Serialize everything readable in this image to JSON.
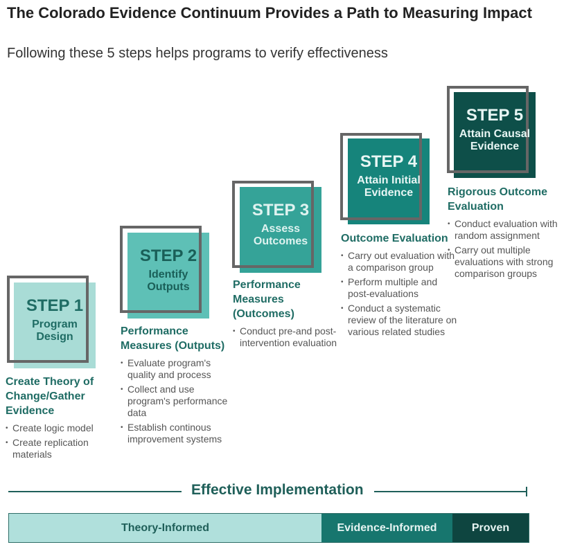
{
  "title": "The Colorado Evidence Continuum Provides a Path to Measuring Impact",
  "subtitle": "Following these 5 steps helps programs to verify effectiveness",
  "steps": [
    {
      "step": "STEP 1",
      "name": "Program Design",
      "heading": "Create Theory of Change/Gather Evidence",
      "bullets": [
        "Create logic model",
        "Create replication materials"
      ],
      "color": "#a9dcd6"
    },
    {
      "step": "STEP 2",
      "name": "Identify Outputs",
      "heading": "Performance Measures (Outputs)",
      "bullets": [
        "Evaluate program's quality and process",
        "Collect and use program's performance data",
        "Establish continous improvement systems"
      ],
      "color": "#5ec0b6"
    },
    {
      "step": "STEP 3",
      "name": "Assess Outcomes",
      "heading": "Performance Measures (Outcomes)",
      "bullets": [
        "Conduct pre-and post-intervention evaluation"
      ],
      "color": "#35a398"
    },
    {
      "step": "STEP 4",
      "name": "Attain Initial Evidence",
      "heading": "Outcome Evaluation",
      "bullets": [
        "Carry out evaluation with a comparison group",
        "Perform multiple and post-evaluations",
        "Conduct a systematic review of the literature on various related studies"
      ],
      "color": "#16847b"
    },
    {
      "step": "STEP 5",
      "name": "Attain Causal Evidence",
      "heading": "Rigorous Outcome Evaluation",
      "bullets": [
        "Conduct evaluation with random assignment",
        "Carry out multiple evaluations with strong comparison groups"
      ],
      "color": "#0e4f49"
    }
  ],
  "implementation": "Effective Implementation",
  "stages": [
    {
      "label": "Theory-Informed",
      "color": "#b0e0dc",
      "text": "#1f5f59"
    },
    {
      "label": "Evidence-Informed",
      "color": "#17766e",
      "text": "#e6f4f2"
    },
    {
      "label": "Proven",
      "color": "#0e4540",
      "text": "#e6f4f2"
    }
  ]
}
